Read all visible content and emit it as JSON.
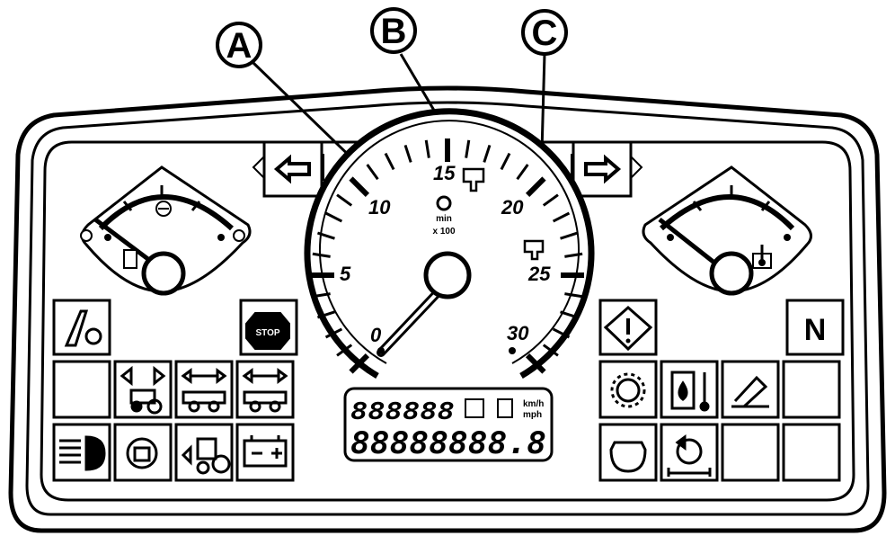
{
  "callouts": [
    "A",
    "B",
    "C"
  ],
  "tachometer": {
    "scale_labels": [
      "0",
      "5",
      "10",
      "15",
      "20",
      "25",
      "30"
    ],
    "unit_line1": "min",
    "unit_line2": "x 100"
  },
  "buttons": {
    "stop_label": "STOP",
    "neutral_label": "N"
  },
  "lcd": {
    "top_digits": "888888",
    "main_digits": "88888888.8",
    "unit_top": "km/h",
    "unit_bottom": "mph"
  },
  "gauges": {
    "left": {
      "name": "fuel-gauge"
    },
    "right": {
      "name": "coolant-temperature-gauge"
    }
  }
}
